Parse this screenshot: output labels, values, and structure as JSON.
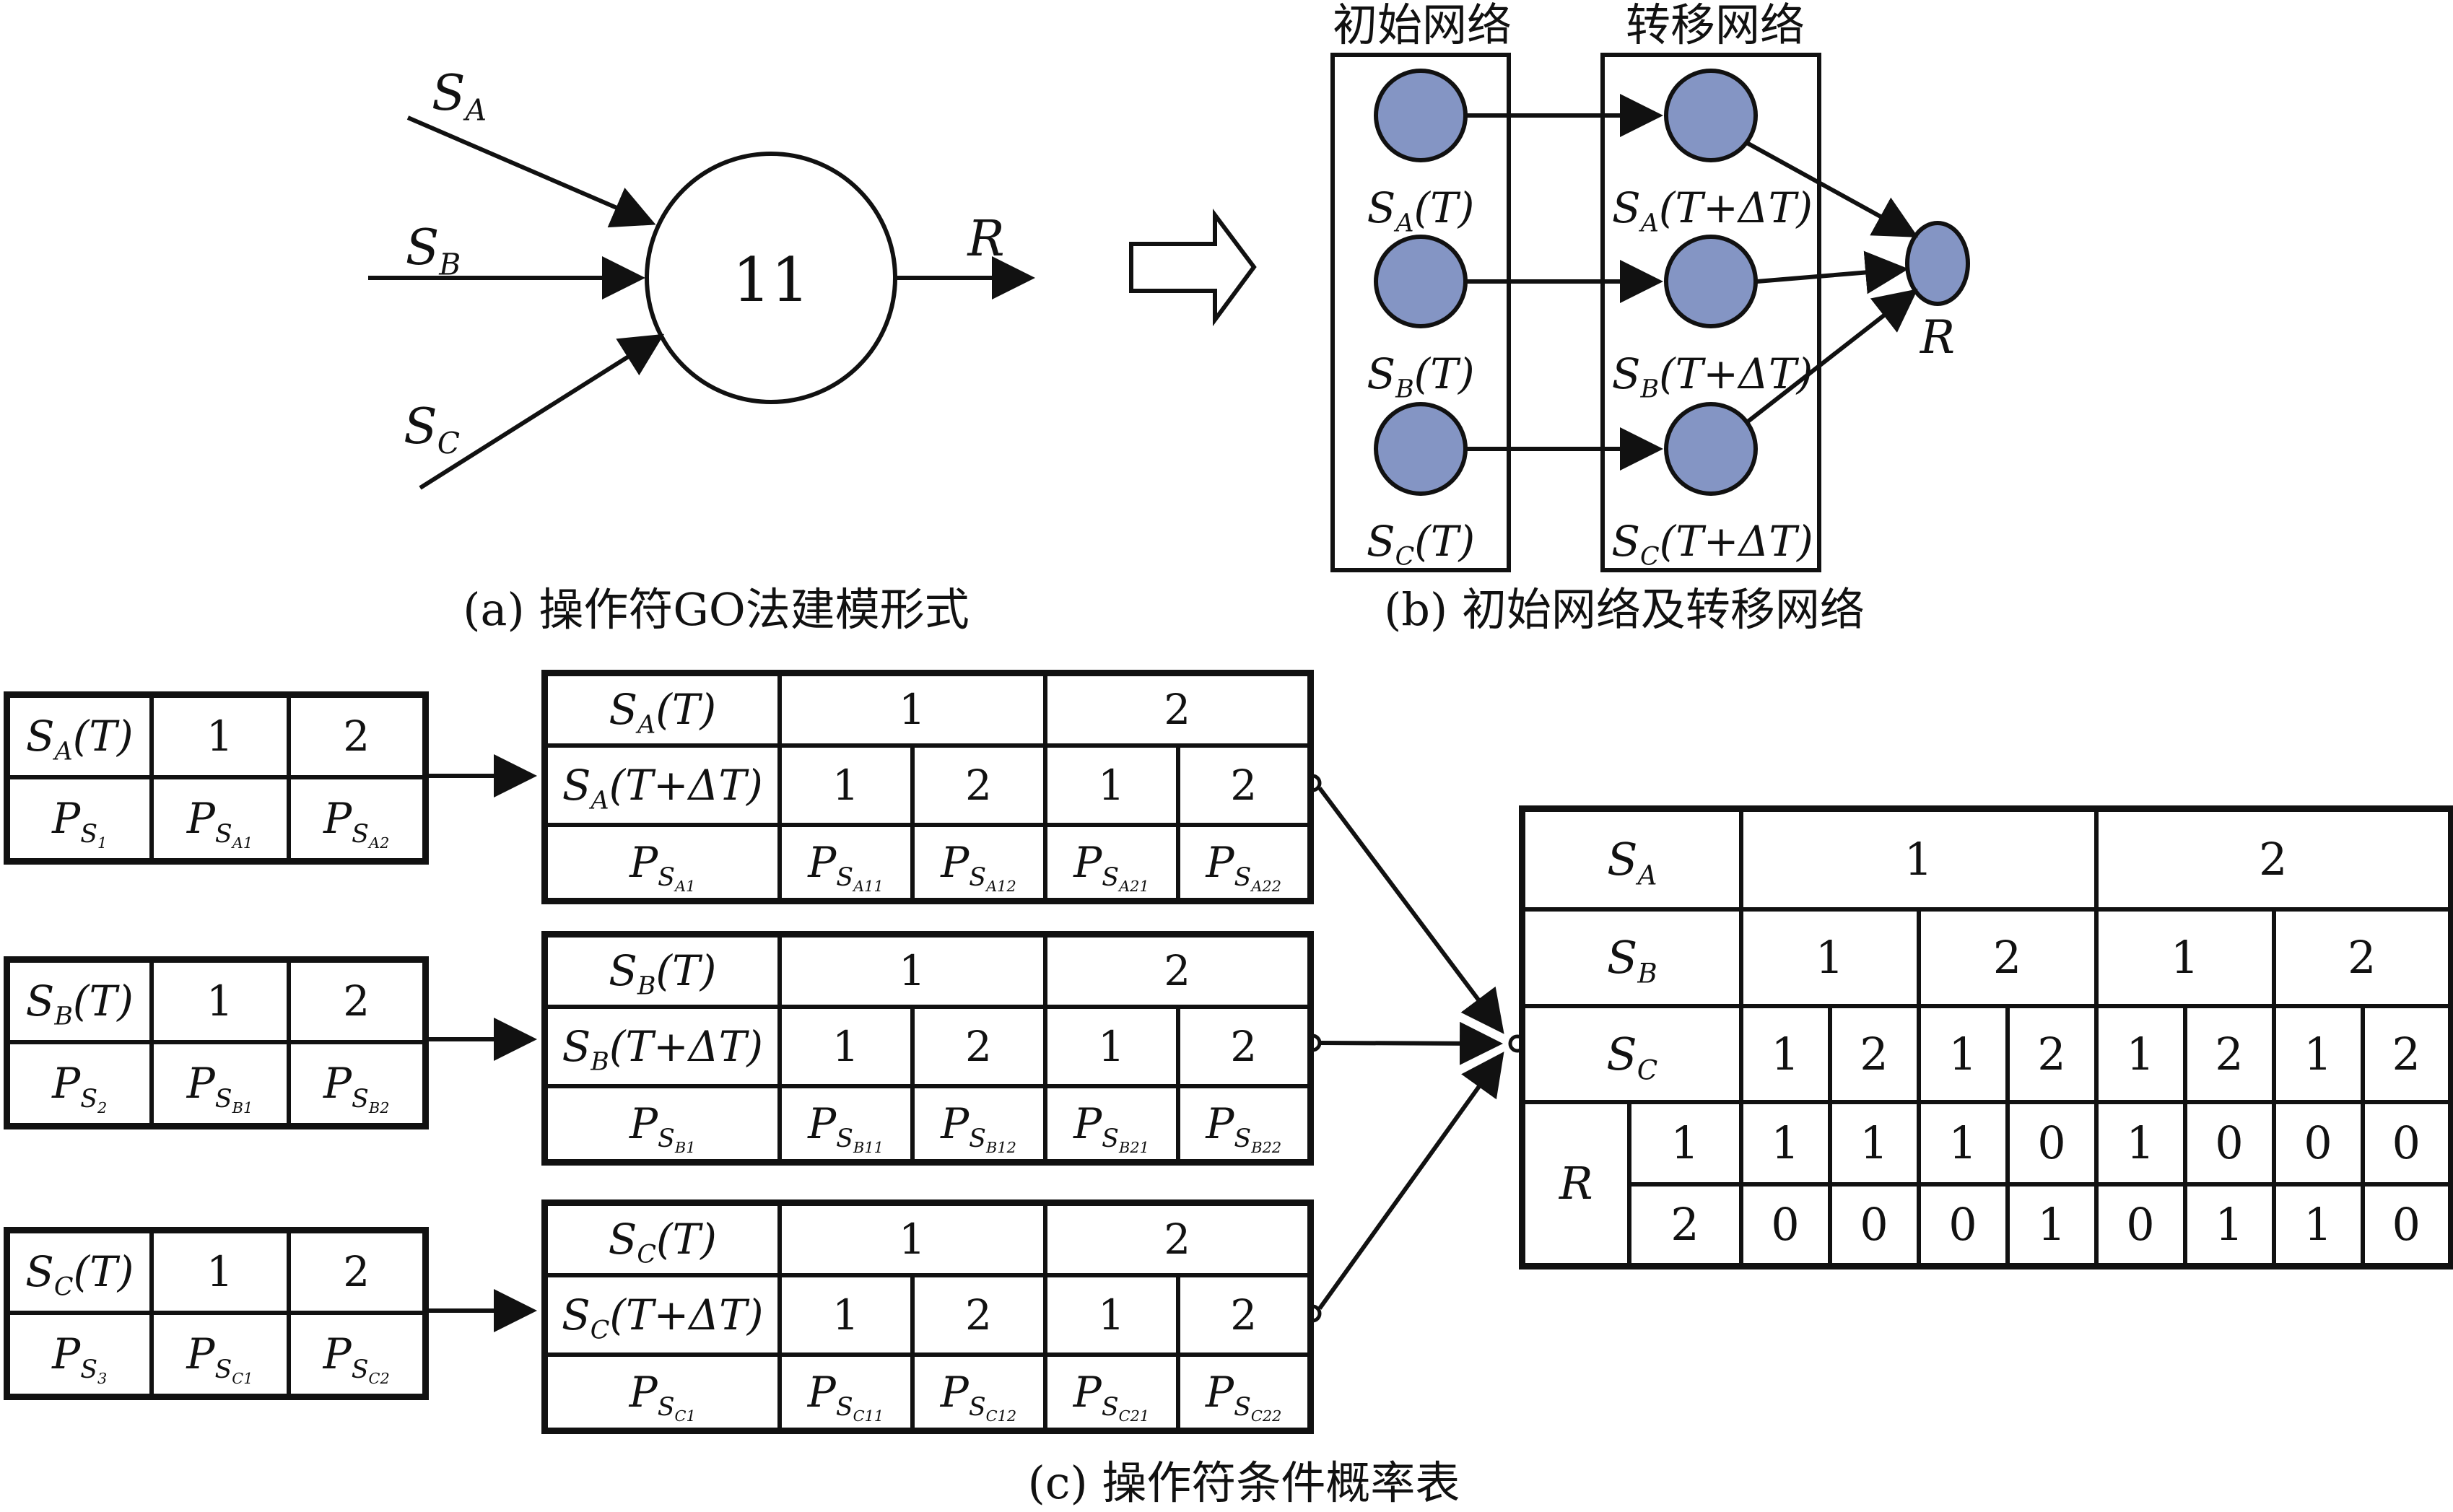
{
  "palette": {
    "node_fill": "#8495C4",
    "line_color": "#111111"
  },
  "part_a": {
    "caption": "(a) 操作符GO法建模形式",
    "operator_number": "11",
    "output_label": "R",
    "inputs": [
      "S<sub>A</sub>",
      "S<sub>B</sub>",
      "S<sub>C</sub>"
    ]
  },
  "part_b": {
    "caption": "(b) 初始网络及转移网络",
    "initial_network_header": "初始网络",
    "transfer_network_header": "转移网络",
    "initial_node_labels": [
      "S<sub>A</sub>(T)",
      "S<sub>B</sub>(T)",
      "S<sub>C</sub>(T)"
    ],
    "transfer_node_labels": [
      "S<sub>A</sub>(T+ΔT)",
      "S<sub>B</sub>(T+ΔT)",
      "S<sub>C</sub>(T+ΔT)"
    ],
    "result_label": "R"
  },
  "part_c": {
    "caption": "(c) 操作符条件概率表",
    "prior_tables": [
      {
        "state_label": "S<sub>A</sub>(T)",
        "state_values": [
          "1",
          "2"
        ],
        "prob_label": "P<sub>S<sub>1</sub></sub>",
        "prob_values": [
          "P<sub>S<sub>A1</sub></sub>",
          "P<sub>S<sub>A2</sub></sub>"
        ]
      },
      {
        "state_label": "S<sub>B</sub>(T)",
        "state_values": [
          "1",
          "2"
        ],
        "prob_label": "P<sub>S<sub>2</sub></sub>",
        "prob_values": [
          "P<sub>S<sub>B1</sub></sub>",
          "P<sub>S<sub>B2</sub></sub>"
        ]
      },
      {
        "state_label": "S<sub>C</sub>(T)",
        "state_values": [
          "1",
          "2"
        ],
        "prob_label": "P<sub>S<sub>3</sub></sub>",
        "prob_values": [
          "P<sub>S<sub>C1</sub></sub>",
          "P<sub>S<sub>C2</sub></sub>"
        ]
      }
    ],
    "transition_tables": [
      {
        "state_label": "S<sub>A</sub>(T)",
        "state_values": [
          "1",
          "2"
        ],
        "next_label": "S<sub>A</sub>(T+ΔT)",
        "next_values": [
          "1",
          "2",
          "1",
          "2"
        ],
        "prob_label": "P<sub>S<sub>A1</sub></sub>",
        "prob_values": [
          "P<sub>S<sub>A11</sub></sub>",
          "P<sub>S<sub>A12</sub></sub>",
          "P<sub>S<sub>A21</sub></sub>",
          "P<sub>S<sub>A22</sub></sub>"
        ]
      },
      {
        "state_label": "S<sub>B</sub>(T)",
        "state_values": [
          "1",
          "2"
        ],
        "next_label": "S<sub>B</sub>(T+ΔT)",
        "next_values": [
          "1",
          "2",
          "1",
          "2"
        ],
        "prob_label": "P<sub>S<sub>B1</sub></sub>",
        "prob_values": [
          "P<sub>S<sub>B11</sub></sub>",
          "P<sub>S<sub>B12</sub></sub>",
          "P<sub>S<sub>B21</sub></sub>",
          "P<sub>S<sub>B22</sub></sub>"
        ]
      },
      {
        "state_label": "S<sub>C</sub>(T)",
        "state_values": [
          "1",
          "2"
        ],
        "next_label": "S<sub>C</sub>(T+ΔT)",
        "next_values": [
          "1",
          "2",
          "1",
          "2"
        ],
        "prob_label": "P<sub>S<sub>C1</sub></sub>",
        "prob_values": [
          "P<sub>S<sub>C11</sub></sub>",
          "P<sub>S<sub>C12</sub></sub>",
          "P<sub>S<sub>C21</sub></sub>",
          "P<sub>S<sub>C22</sub></sub>"
        ]
      }
    ],
    "cpt_table": {
      "sa_label": "S<sub>A</sub>",
      "sa_values": [
        "1",
        "2"
      ],
      "sb_label": "S<sub>B</sub>",
      "sb_values": [
        "1",
        "2",
        "1",
        "2"
      ],
      "sc_label": "S<sub>C</sub>",
      "sc_values": [
        "1",
        "2",
        "1",
        "2",
        "1",
        "2",
        "1",
        "2"
      ],
      "r_label": "R",
      "r_state_labels": [
        "1",
        "2"
      ],
      "r1_values": [
        "1",
        "1",
        "1",
        "0",
        "1",
        "0",
        "0",
        "0"
      ],
      "r2_values": [
        "0",
        "0",
        "0",
        "1",
        "0",
        "1",
        "1",
        "0"
      ]
    }
  }
}
